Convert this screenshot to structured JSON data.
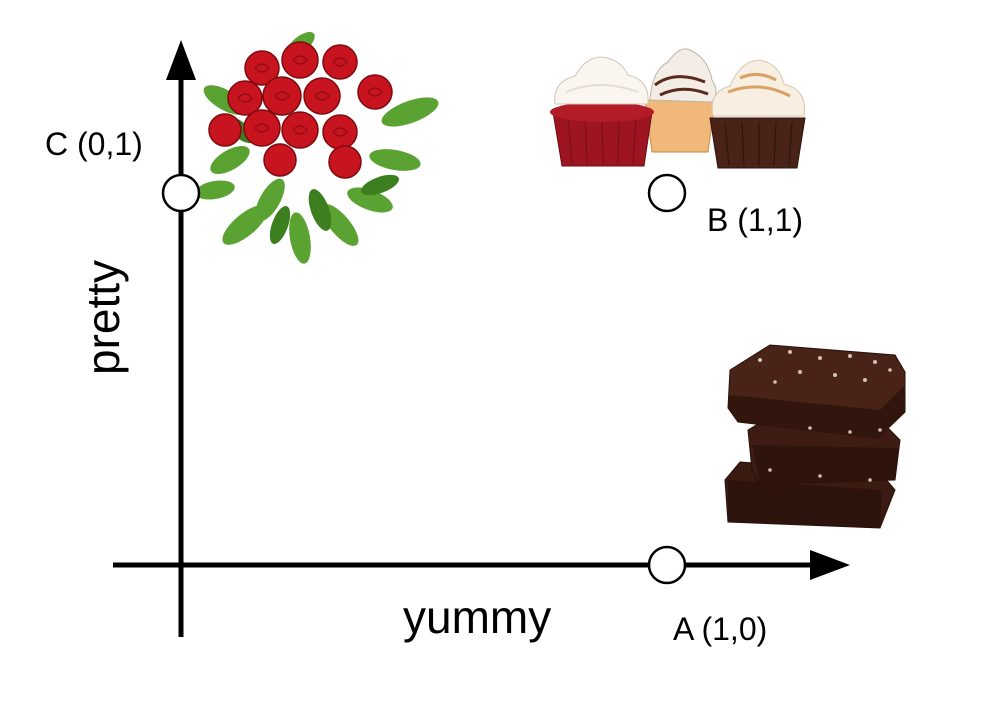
{
  "axes": {
    "x_label": "yummy",
    "y_label": "pretty"
  },
  "points": [
    {
      "id": "A",
      "label": "A (1,0)",
      "x": 1,
      "y": 0
    },
    {
      "id": "B",
      "label": "B (1,1)",
      "x": 1,
      "y": 1
    },
    {
      "id": "C",
      "label": "C (0,1)",
      "x": 0,
      "y": 1
    }
  ],
  "pictures": [
    {
      "name": "brownies-image",
      "point": "A"
    },
    {
      "name": "cupcakes-image",
      "point": "B"
    },
    {
      "name": "roses-bouquet-image",
      "point": "C"
    }
  ],
  "colors": {
    "axis": "#000000",
    "point_fill": "#ffffff",
    "rose": "#c8141e",
    "leaf": "#4f9a2a",
    "brownie": "#3e1c14",
    "cake_red": "#a3151f",
    "frosting": "#f6efe6"
  }
}
